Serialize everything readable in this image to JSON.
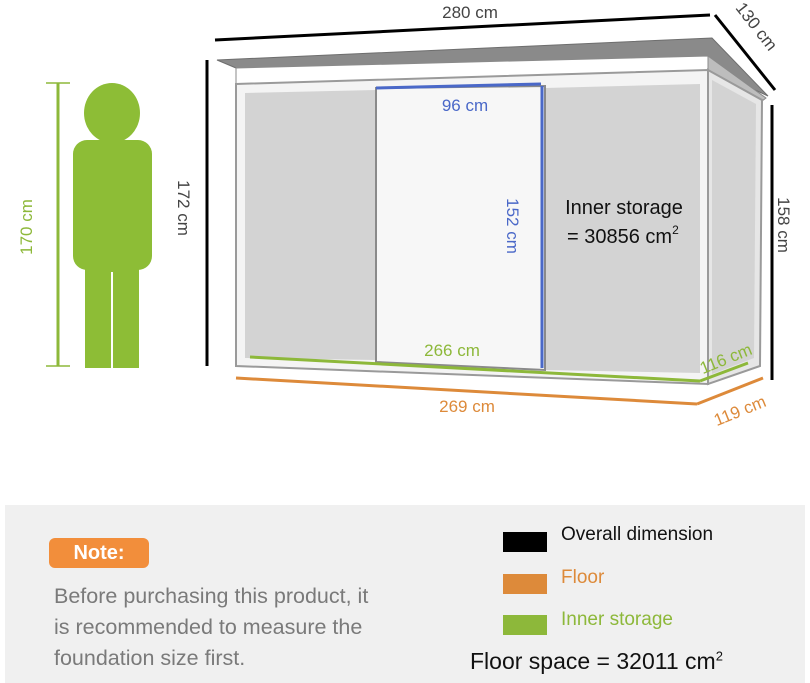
{
  "dimensions": {
    "overall_width": "280 cm",
    "overall_depth": "130 cm",
    "overall_height": "172 cm",
    "side_height": "158 cm",
    "door_width": "96 cm",
    "door_height": "152 cm",
    "inner_width": "266 cm",
    "inner_depth": "116 cm",
    "floor_width": "269 cm",
    "floor_depth": "119 cm",
    "person_height": "170 cm"
  },
  "inner_storage": {
    "line1": "Inner storage",
    "line2": "= 30856 cm",
    "superscript": "2"
  },
  "note": {
    "badge": "Note:",
    "text": "Before purchasing this product, it\nis recommended to measure the\nfoundation size first."
  },
  "legend": [
    {
      "label": "Overall dimension",
      "color": "#000000"
    },
    {
      "label": "Floor",
      "color": "#dd8a3a"
    },
    {
      "label": "Inner storage",
      "color": "#8db83a"
    }
  ],
  "floor_space": {
    "text": "Floor space = 32011 cm",
    "superscript": "2"
  },
  "colors": {
    "overall": "#000000",
    "floor": "#dd8a3a",
    "inner": "#8db83a",
    "door": "#4a68c8",
    "person": "#8dbd36",
    "shed_panel": "#d3d3d3",
    "note_badge": "#f28e3b"
  }
}
